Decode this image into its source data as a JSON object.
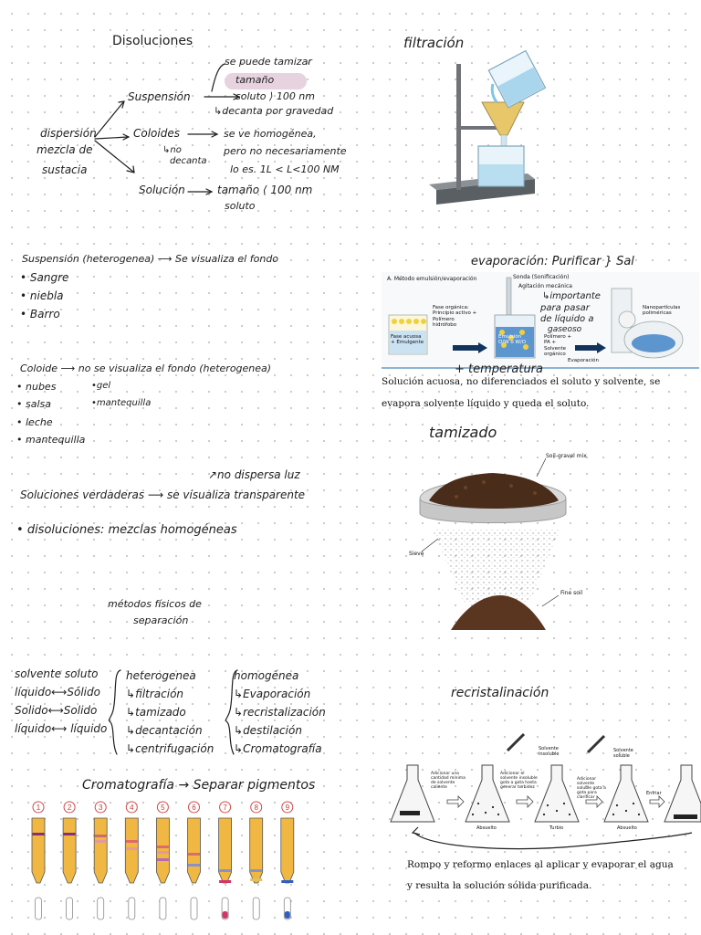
{
  "left": {
    "disoluciones": {
      "title": "Disoluciones",
      "root": {
        "line1": "dispersión",
        "line2": "mezcla de",
        "line3": "sustacia"
      },
      "suspension": "Suspensión",
      "suspension_notes": {
        "tamizar": "se puede tamizar",
        "tamano": "tamaño",
        "soluto": "soluto ⟩ 100 nm",
        "decanta": "↳decanta por gravedad"
      },
      "coloides": "Coloides",
      "coloides_no": {
        "line1": "↳no",
        "line2": "decanta"
      },
      "coloides_notes": {
        "line1": "se ve homogénea,",
        "line2": "pero no necesariamente",
        "line3": "lo es. 1L < L<100 NM"
      },
      "solucion": "Solución",
      "solucion_notes": {
        "line1": "tamaño ⟨ 100 nm",
        "line2": "soluto"
      }
    },
    "suspension_section": {
      "heading": "Suspensión (heterogenea) ⟶ Se visualiza el fondo",
      "items": [
        "Sangre",
        "niebla",
        "Barro"
      ]
    },
    "coloide_section": {
      "heading": "Coloide ⟶ no se visualiza el fondo (heterogenea)",
      "items_col1": [
        "nubes",
        "salsa",
        "leche",
        "mantequilla"
      ],
      "items_col2": [
        "gel",
        "mantequilla"
      ]
    },
    "soluciones_section": {
      "note": "↗no dispersa luz",
      "heading": "Soluciones verdaderas ⟶ se visualiza transparente",
      "bullet": "disoluciones: mezclas homogéneas"
    },
    "metodos": {
      "title_line1": "métodos físicos de",
      "title_line2": "separación",
      "pairs": [
        "solvente  soluto",
        "líquido⟷Sólido",
        "Solido⟷Solido",
        "líquido⟷ líquido"
      ],
      "heterogenea_heading": "heterogenea",
      "heterogenea": [
        "filtración",
        "tamizado",
        "decantación",
        "centrifugación"
      ],
      "homogenea_heading": "homogénea",
      "homogenea": [
        "Evaporación",
        "recristalización",
        "destilación",
        "Cromatografía"
      ]
    },
    "cromatografia": {
      "title": "Cromatografía → Separar pigmentos",
      "numbers": [
        "1",
        "2",
        "3",
        "4",
        "5",
        "6",
        "7",
        "8",
        "9"
      ]
    }
  },
  "right": {
    "filtracion": {
      "title": "filtración"
    },
    "evaporacion": {
      "title": "evaporación: Purificar } Sal",
      "diagram_labels": {
        "method": "A. Método emulsión/evaporación",
        "sonda": "Sonda (Sonificación)",
        "agitacion": "Agitación mecánica",
        "fase_organica": "Fase orgánica: Principio activo + Polímero hidrófobo",
        "fase_acuosa": "Fase acuosa + Emulgente",
        "emulsion": "Emulsión O/W o W/O",
        "polimero": "Polímero + PA + Solvente orgánico",
        "evaporacion": "Evaporación",
        "nanoparticulas": "Nanopartículas poliméricas"
      },
      "hand_note": {
        "line1": "↳importante",
        "line2": "para pasar",
        "line3": "de líquido a",
        "line4": "gaseoso",
        "bottom": "+ temperatura"
      },
      "caption_line1": "Solución acuosa, no diferenciados el soluto y solvente, se",
      "caption_line2": "evapora solvente líquido y queda el soluto."
    },
    "tamizado": {
      "title": "tamizado",
      "label_mix": "Soil-gravel mix",
      "label_sieve": "Sieve",
      "label_fine": "Fine soil"
    },
    "recristalizacion": {
      "title": "recristalinación",
      "labels": {
        "solvente_insoluble": "Solvente insoluble",
        "solvente_soluble": "Solvente soluble",
        "step1": "Adicionar una cantidad mínima de solvente caliente",
        "step2": "Adicionar el solvente insoluble gota a gota hasta generar turbidez",
        "step3": "Adicionar solvente soluble gota a gota para clarificar",
        "step4": "Enfriar",
        "absuelto": "Absuelto",
        "turbio": "Turbio",
        "absuelto2": "Absuelto"
      },
      "caption_line1": "Rompo y reformo enlaces al aplicar y evaporar el agua",
      "caption_line2": "y resulta la solución sólida purificada."
    }
  },
  "colors": {
    "accent_pill": "#e6d3df",
    "chromatography_fill": "#f0b743",
    "arrow_navy": "#12335c"
  }
}
